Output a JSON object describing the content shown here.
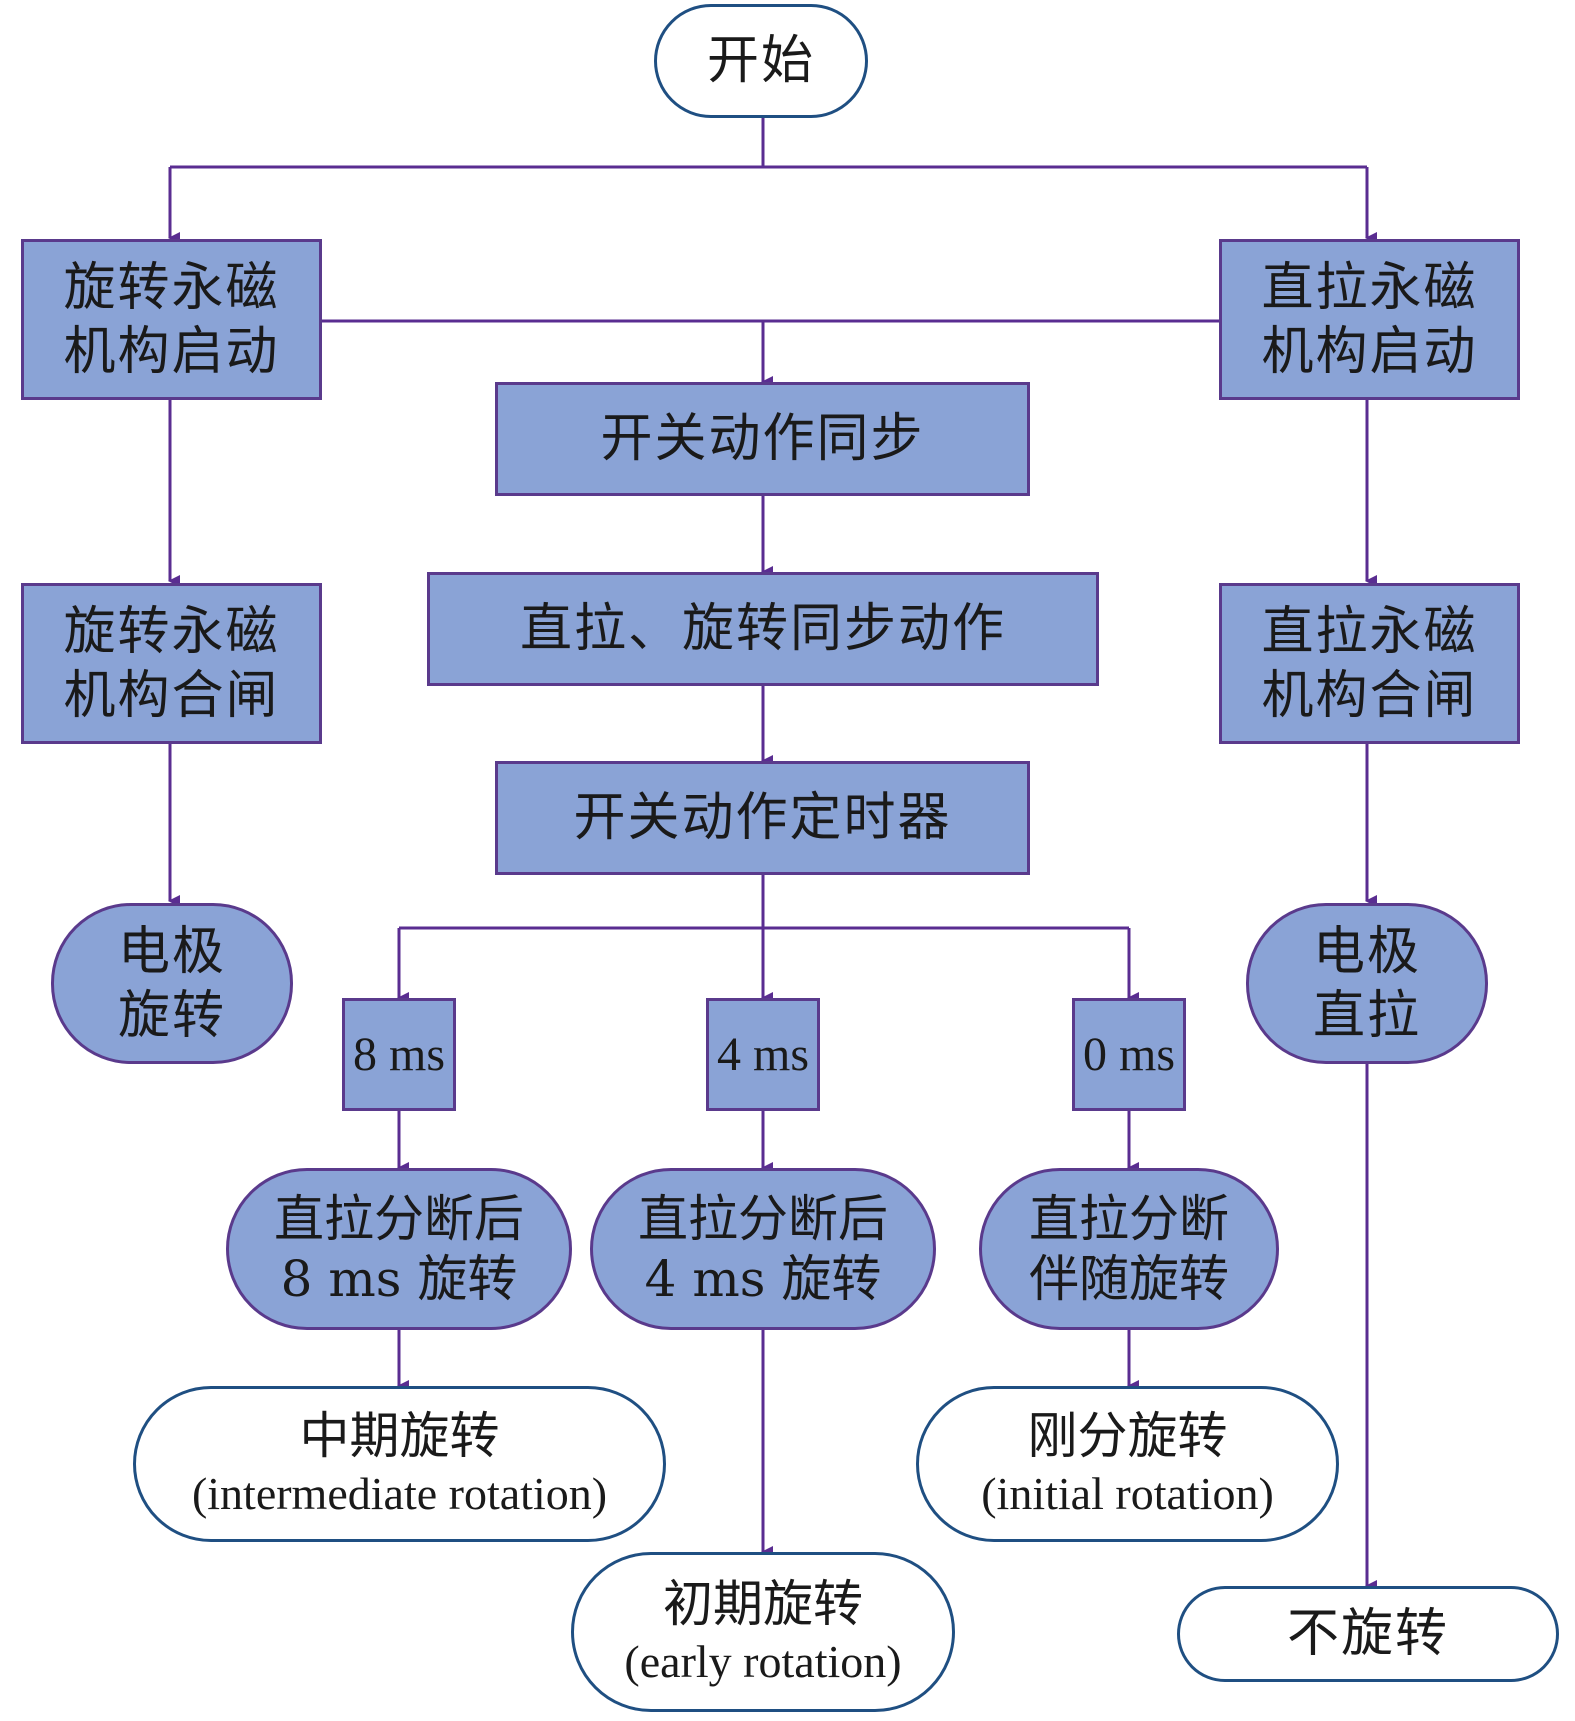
{
  "nodes": {
    "start": "开始",
    "rot_start_l1": "旋转永磁",
    "rot_start_l2": "机构启动",
    "pull_start_l1": "直拉永磁",
    "pull_start_l2": "机构启动",
    "switch_sync": "开关动作同步",
    "sync_action": "直拉、旋转同步动作",
    "timer": "开关动作定时器",
    "rot_close_l1": "旋转永磁",
    "rot_close_l2": "机构合闸",
    "pull_close_l1": "直拉永磁",
    "pull_close_l2": "机构合闸",
    "electrode_rot_l1": "电极",
    "electrode_rot_l2": "旋转",
    "electrode_pull_l1": "电极",
    "electrode_pull_l2": "直拉",
    "delay_8": "8 ms",
    "delay_4": "4 ms",
    "delay_0": "0 ms",
    "after8_l1": "直拉分断后",
    "after8_l2": "8 ms 旋转",
    "after4_l1": "直拉分断后",
    "after4_l2": "4 ms 旋转",
    "with0_l1": "直拉分断",
    "with0_l2": "伴随旋转",
    "mid_cn": "中期旋转",
    "mid_en": "(intermediate rotation)",
    "early_cn": "初期旋转",
    "early_en": "(early rotation)",
    "initial_cn": "刚分旋转",
    "initial_en": "(initial rotation)",
    "no_rot": "不旋转"
  },
  "colors": {
    "fill": "#8aa3d6",
    "border": "#5a3a8c",
    "terminal_border": "#1f4f82",
    "line": "#5a2d91"
  }
}
